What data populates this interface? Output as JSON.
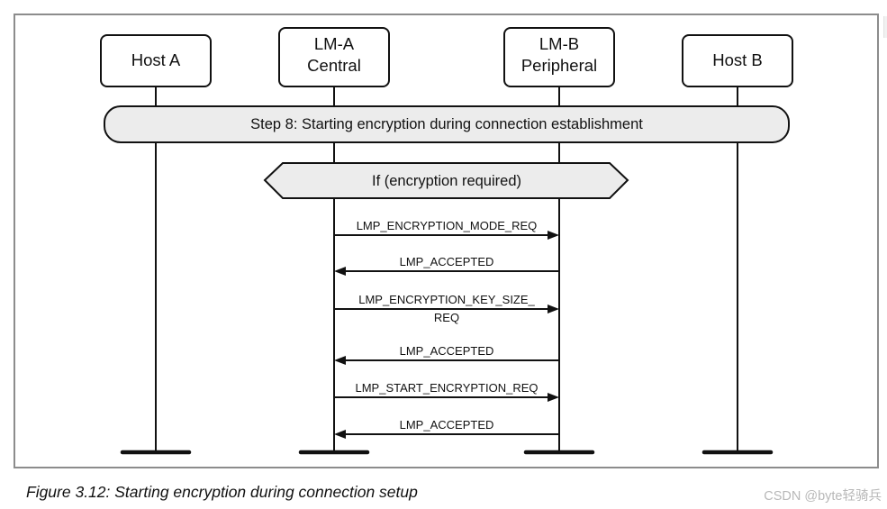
{
  "diagram": {
    "type": "sequence-diagram",
    "participants": [
      {
        "id": "host-a",
        "lines": [
          "Host A"
        ]
      },
      {
        "id": "lm-a",
        "lines": [
          "LM-A",
          "Central"
        ]
      },
      {
        "id": "lm-b",
        "lines": [
          "LM-B",
          "Peripheral"
        ]
      },
      {
        "id": "host-b",
        "lines": [
          "Host B"
        ]
      }
    ],
    "step_banner": "Step 8:  Starting encryption during connection establishment",
    "condition": "If (encryption required)",
    "messages": [
      {
        "from": "lm-a",
        "to": "lm-b",
        "lines": [
          "LMP_ENCRYPTION_MODE_REQ"
        ]
      },
      {
        "from": "lm-b",
        "to": "lm-a",
        "lines": [
          "LMP_ACCEPTED"
        ]
      },
      {
        "from": "lm-a",
        "to": "lm-b",
        "lines": [
          "LMP_ENCRYPTION_KEY_SIZE_",
          "REQ"
        ]
      },
      {
        "from": "lm-b",
        "to": "lm-a",
        "lines": [
          "LMP_ACCEPTED"
        ]
      },
      {
        "from": "lm-a",
        "to": "lm-b",
        "lines": [
          "LMP_START_ENCRYPTION_REQ"
        ]
      },
      {
        "from": "lm-b",
        "to": "lm-a",
        "lines": [
          "LMP_ACCEPTED"
        ]
      }
    ]
  },
  "caption": "Figure 3.12: Starting encryption during connection setup",
  "watermark": "CSDN @byte轻骑兵",
  "colors": {
    "stroke": "#111111",
    "fill_gray": "#ececec",
    "frame": "#8c8c8c"
  }
}
